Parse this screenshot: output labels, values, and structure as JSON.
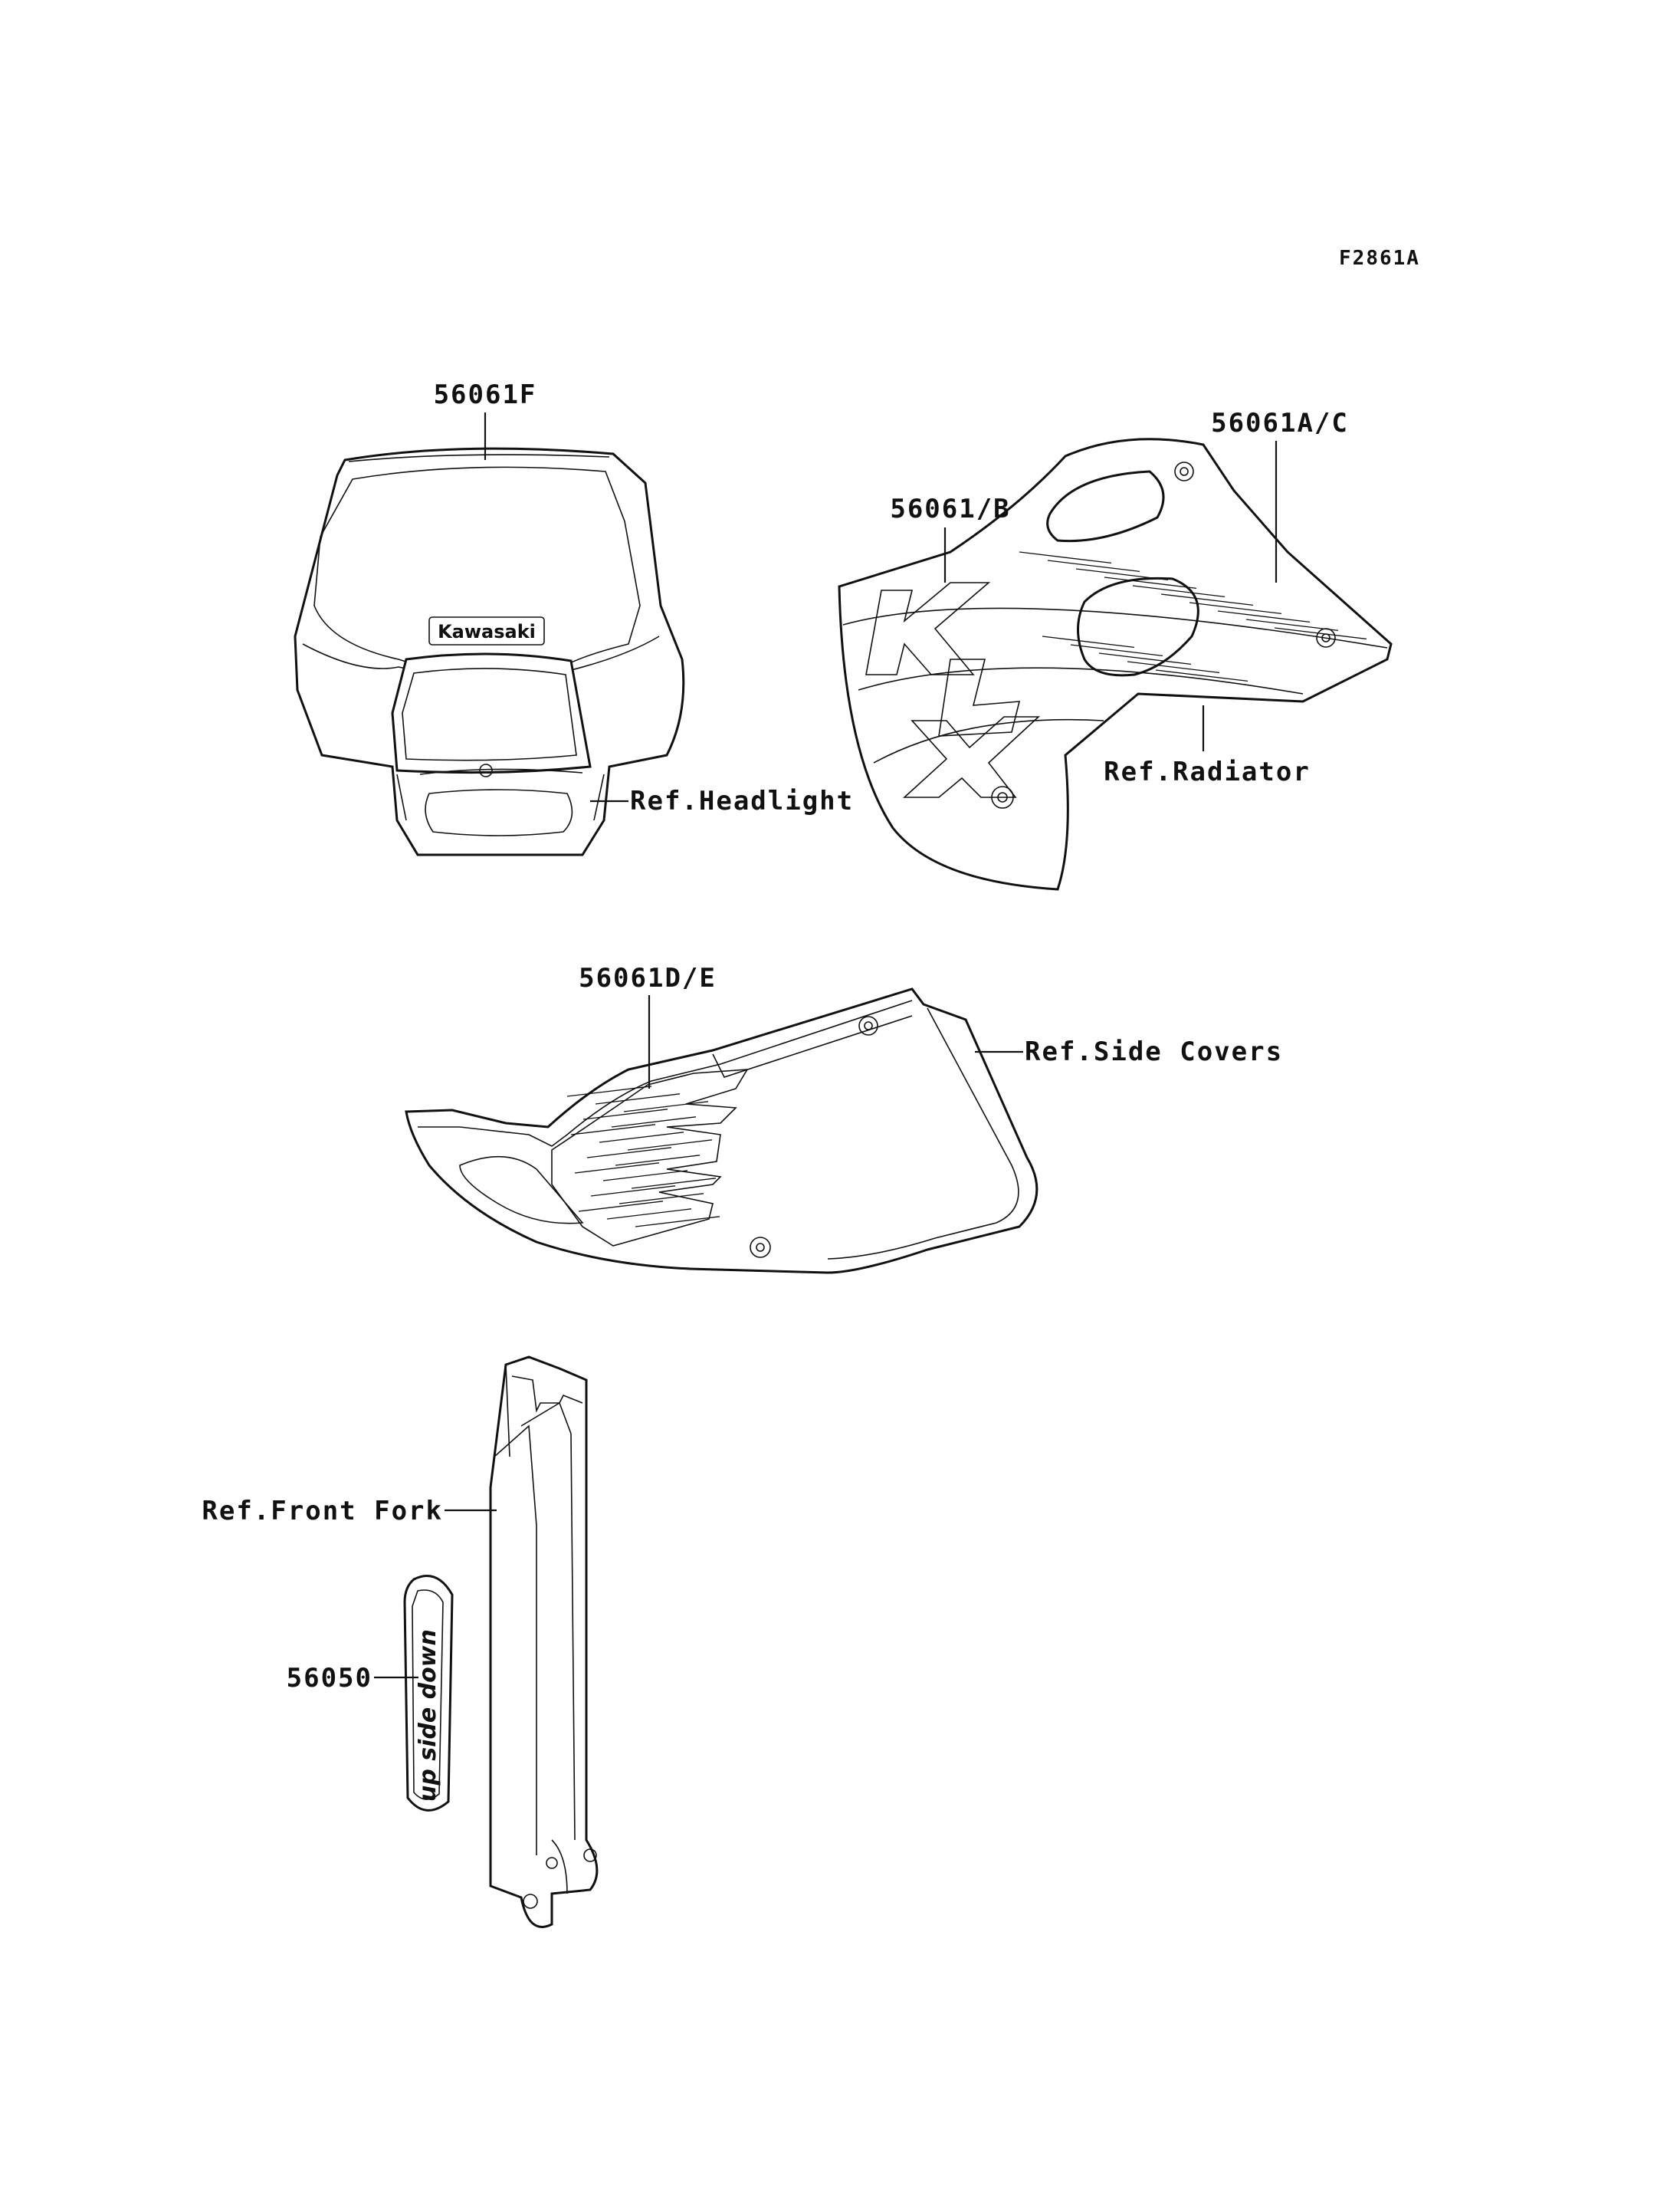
{
  "figure_code": "F2861A",
  "labels": {
    "headlight_decal": "56061F",
    "radiator_decal_ac": "56061A/C",
    "radiator_decal_b": "56061/B",
    "ref_headlight": "Ref.Headlight",
    "ref_radiator": "Ref.Radiator",
    "side_cover_decal": "56061D/E",
    "ref_side_covers": "Ref.Side Covers",
    "ref_front_fork": "Ref.Front Fork",
    "fork_decal": "56050"
  },
  "artwork_text": {
    "headlight_logo": "Kawasaki",
    "radiator_logo": "KLX",
    "fork_logo": "up side down"
  }
}
